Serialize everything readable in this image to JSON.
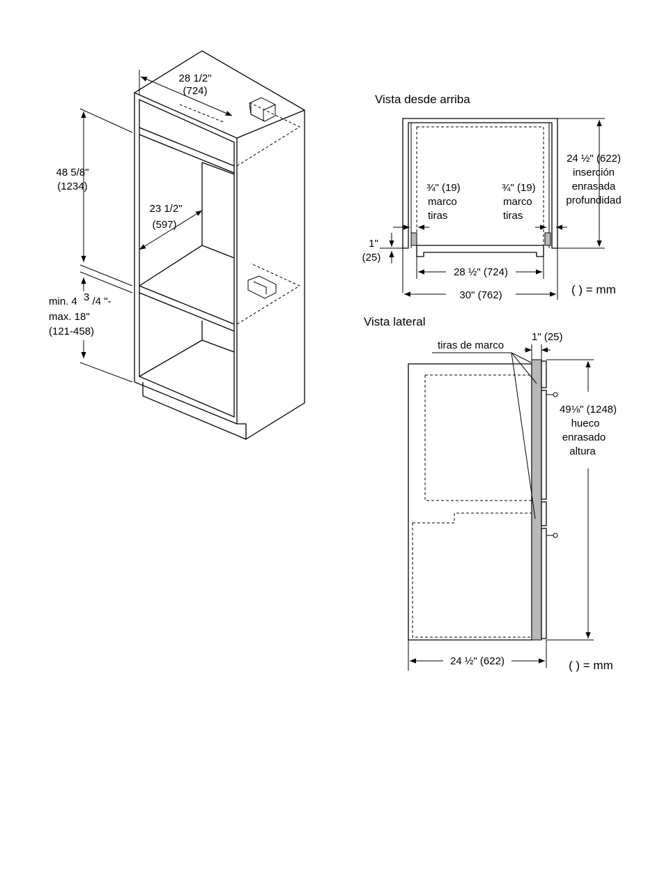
{
  "cabinet": {
    "width_in": "28 1/2\"",
    "width_mm": "(724)",
    "height_in": "48 5/8\"",
    "height_mm": "(1234)",
    "diag_in": "23 1/2\"",
    "diag_mm": "(597)",
    "base_line1": "min. 4",
    "base_sup": "3",
    "base_frac": "/4 \"-",
    "base_line2": "max. 18\"",
    "base_line3": "(121-458)"
  },
  "top_view": {
    "title": "Vista desde arriba",
    "depth_line1": "24 ½\" (622)",
    "depth_line2": "inserción",
    "depth_line3": "enrasada",
    "depth_line4": "profundidad",
    "left_strip_line1": "¾\" (19)",
    "left_strip_line2": "marco",
    "left_strip_line3": "tiras",
    "right_strip_line1": "¾\" (19)",
    "right_strip_line2": "marco",
    "right_strip_line3": "tiras",
    "offset_in": "1\"",
    "offset_mm": "(25)",
    "inner_width": "28 ½\" (724)",
    "outer_width": "30\" (762)",
    "units_note": "( ) = mm"
  },
  "side_view": {
    "title": "Vista lateral",
    "strips_label": "tiras de marco",
    "offset": "1\" (25)",
    "height_line1": "49⅛\" (1248)",
    "height_line2": "hueco",
    "height_line3": "enrasado",
    "height_line4": "altura",
    "depth": "24 ½\" (622)",
    "units_note": "( ) = mm"
  }
}
